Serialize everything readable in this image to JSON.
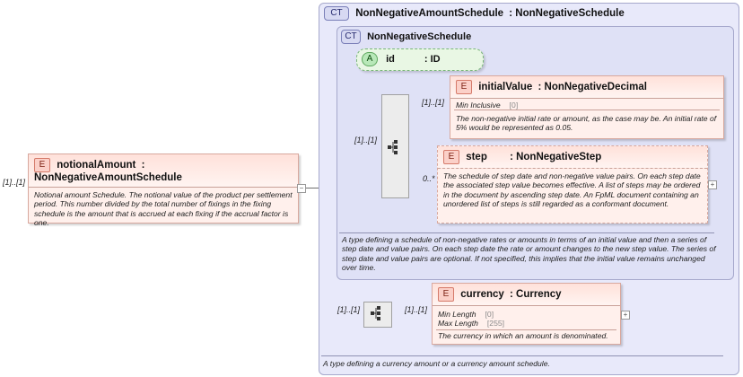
{
  "notional": {
    "tag": "E",
    "name": "notionalAmount",
    "type": ": NonNegativeAmountSchedule",
    "cardinality": "[1]..[1]",
    "doc": "Notional amount Schedule. The notional value of the product per settlement period. This number divided by the total number of fixings in the fixing schedule is the amount that is accrued at each fixing if the accrual factor is one."
  },
  "outer": {
    "tag": "CT",
    "name": "NonNegativeAmountSchedule",
    "type": ": NonNegativeSchedule",
    "doc": "A type defining a currency amount or a currency amount schedule."
  },
  "inner": {
    "tag": "CT",
    "name": "NonNegativeSchedule",
    "doc": "A type defining a schedule of non-negative rates or amounts in terms of an initial value and then a series of step date and value pairs. On each step date the rate or amount changes to the new step value. The series of step date and value pairs are optional. If not specified, this implies that the initial value remains unchanged over time."
  },
  "attribute": {
    "tag": "A",
    "name": "id",
    "type": ": ID"
  },
  "seq1": {
    "cardinality": "[1]..[1]"
  },
  "initialValue": {
    "tag": "E",
    "name": "initialValue",
    "type": ": NonNegativeDecimal",
    "cardinality": "[1]..[1]",
    "facets": [
      {
        "label": "Min Inclusive",
        "value": "[0]"
      }
    ],
    "doc": "The non-negative initial rate or amount, as the case may be. An initial rate of 5% would be represented as 0.05."
  },
  "step": {
    "tag": "E",
    "name": "step",
    "type": ": NonNegativeStep",
    "cardinality": "0..*",
    "doc": "The schedule of step date and non-negative value pairs. On each step date the associated step value becomes effective. A list of steps may be ordered in the document by ascending step date. An FpML document containing an unordered list of steps is still regarded as a conformant document."
  },
  "seq2": {
    "cardinality": "[1]..[1]"
  },
  "currency": {
    "tag": "E",
    "name": "currency",
    "type": ": Currency",
    "cardinality": "[1]..[1]",
    "facets": [
      {
        "label": "Min Length",
        "value": "[0]"
      },
      {
        "label": "Max Length",
        "value": "[255]"
      }
    ],
    "doc": "The currency in which an amount is denominated."
  },
  "icons": [
    "element-icon",
    "complex-type-icon",
    "attribute-icon",
    "sequence-icon",
    "expand-icon"
  ],
  "colors": {
    "element_fill": "#fff0ec",
    "complex_type_fill": "#e8e9fa",
    "attribute_fill": "#e9f7e4"
  }
}
